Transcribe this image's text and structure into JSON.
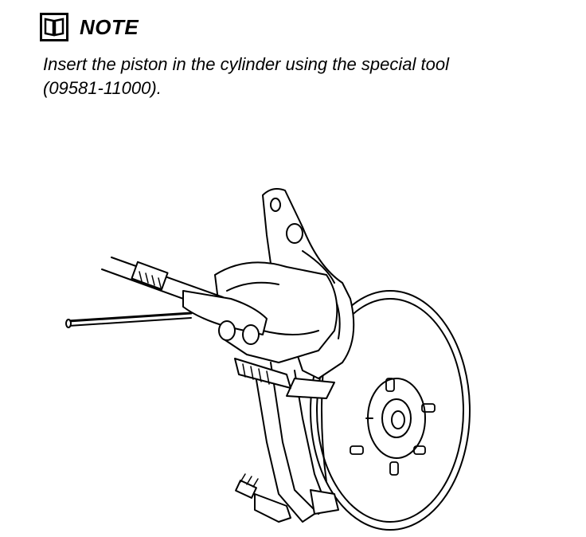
{
  "note": {
    "icon": "book-icon",
    "title": "NOTE",
    "lines": [
      "Insert the piston in the cylinder using the special tool",
      "(09581-11000)."
    ]
  },
  "illustration": {
    "subject": "brake-caliper-piston-insertion"
  }
}
